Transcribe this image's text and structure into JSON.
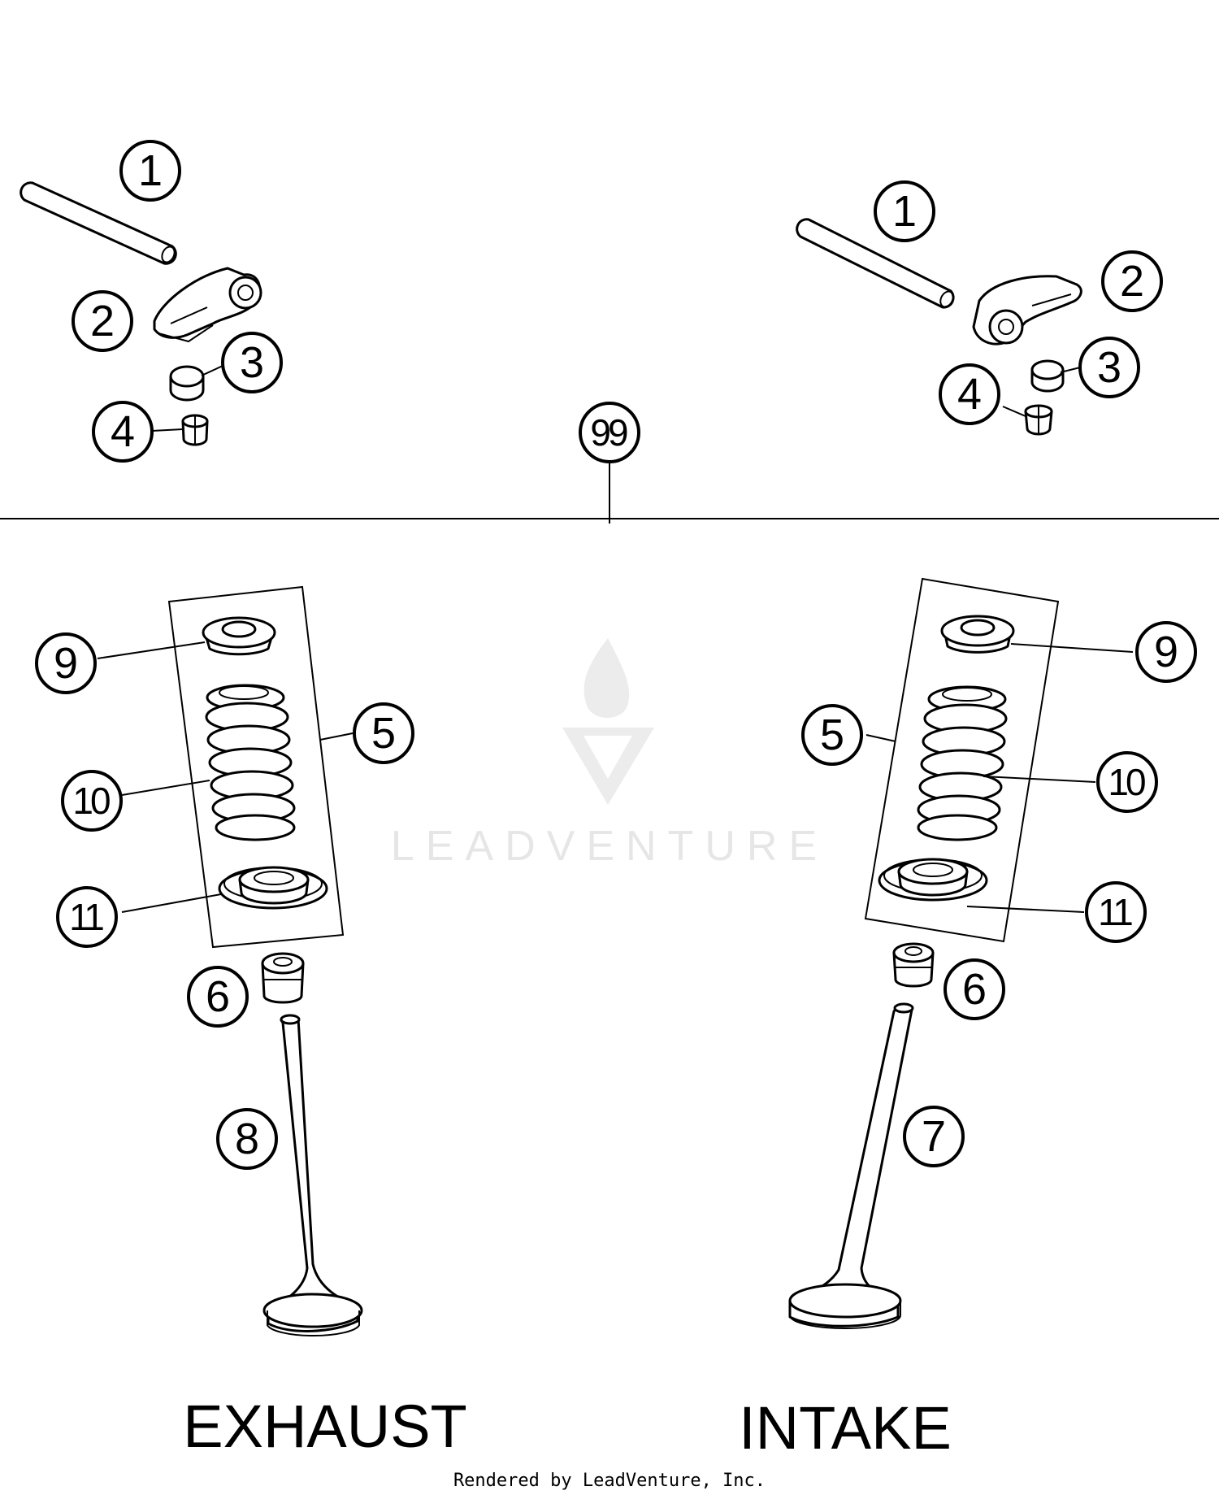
{
  "callouts": {
    "c1_left": "1",
    "c2_left": "2",
    "c3_left": "3",
    "c4_left": "4",
    "c1_right": "1",
    "c2_right": "2",
    "c3_right": "3",
    "c4_right": "4",
    "c99": "99",
    "c9_left": "9",
    "c5_left": "5",
    "c10_left": "10",
    "c11_left": "11",
    "c6_left": "6",
    "c8_left": "8",
    "c9_right": "9",
    "c5_right": "5",
    "c10_right": "10",
    "c11_right": "11",
    "c6_right": "6",
    "c7_right": "7"
  },
  "labels": {
    "exhaust": "EXHAUST",
    "intake": "INTAKE"
  },
  "watermark": "LEADVENTURE",
  "credit": "Rendered by LeadVenture, Inc."
}
